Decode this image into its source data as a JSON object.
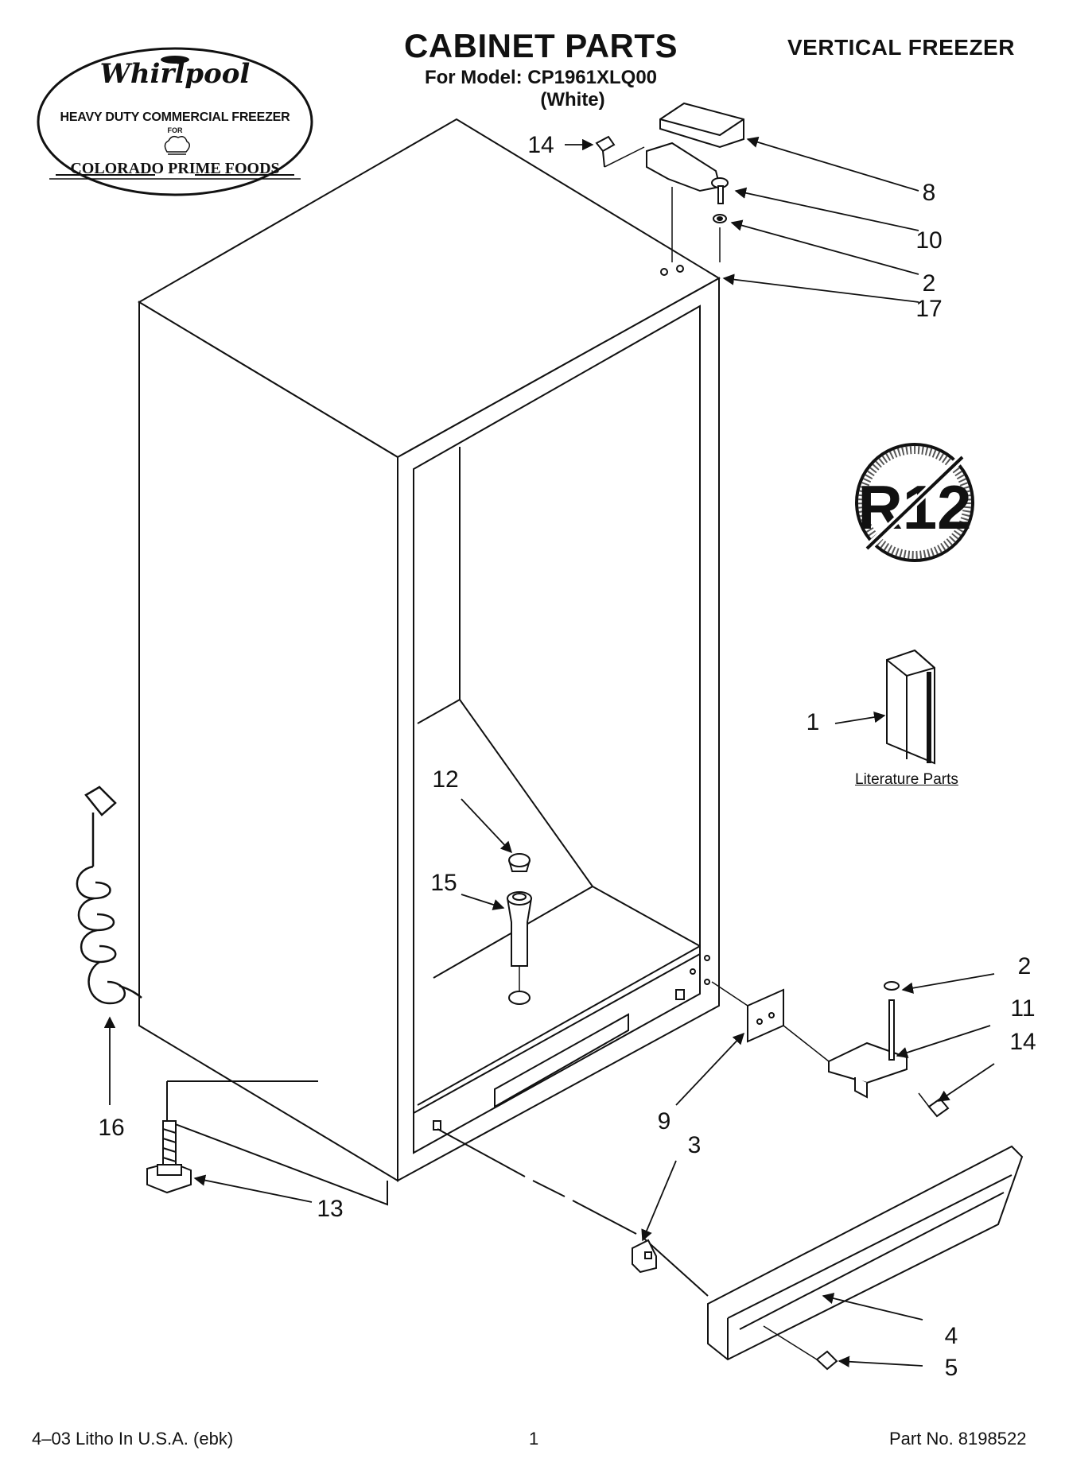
{
  "header": {
    "title": "CABINET PARTS",
    "model_line": "For Model: CP1961XLQ00",
    "color_line": "(White)",
    "category": "VERTICAL FREEZER"
  },
  "logo": {
    "brand": "Whirlpool",
    "line1": "HEAVY DUTY COMMERCIAL FREEZER",
    "for_text": "FOR",
    "line2": "COLORADO PRIME FOODS"
  },
  "badge": {
    "text": "R12"
  },
  "literature_label": "Literature Parts",
  "callouts": [
    {
      "id": "c14a",
      "label": "14"
    },
    {
      "id": "c8",
      "label": "8"
    },
    {
      "id": "c10",
      "label": "10"
    },
    {
      "id": "c2a",
      "label": "2"
    },
    {
      "id": "c17",
      "label": "17"
    },
    {
      "id": "c1",
      "label": "1"
    },
    {
      "id": "c12",
      "label": "12"
    },
    {
      "id": "c15",
      "label": "15"
    },
    {
      "id": "c2b",
      "label": "2"
    },
    {
      "id": "c11",
      "label": "11"
    },
    {
      "id": "c14b",
      "label": "14"
    },
    {
      "id": "c9",
      "label": "9"
    },
    {
      "id": "c3",
      "label": "3"
    },
    {
      "id": "c16",
      "label": "16"
    },
    {
      "id": "c13",
      "label": "13"
    },
    {
      "id": "c4",
      "label": "4"
    },
    {
      "id": "c5",
      "label": "5"
    }
  ],
  "footer": {
    "left": "4–03 Litho In U.S.A. (ebk)",
    "center": "1",
    "right": "Part No. 8198522"
  }
}
